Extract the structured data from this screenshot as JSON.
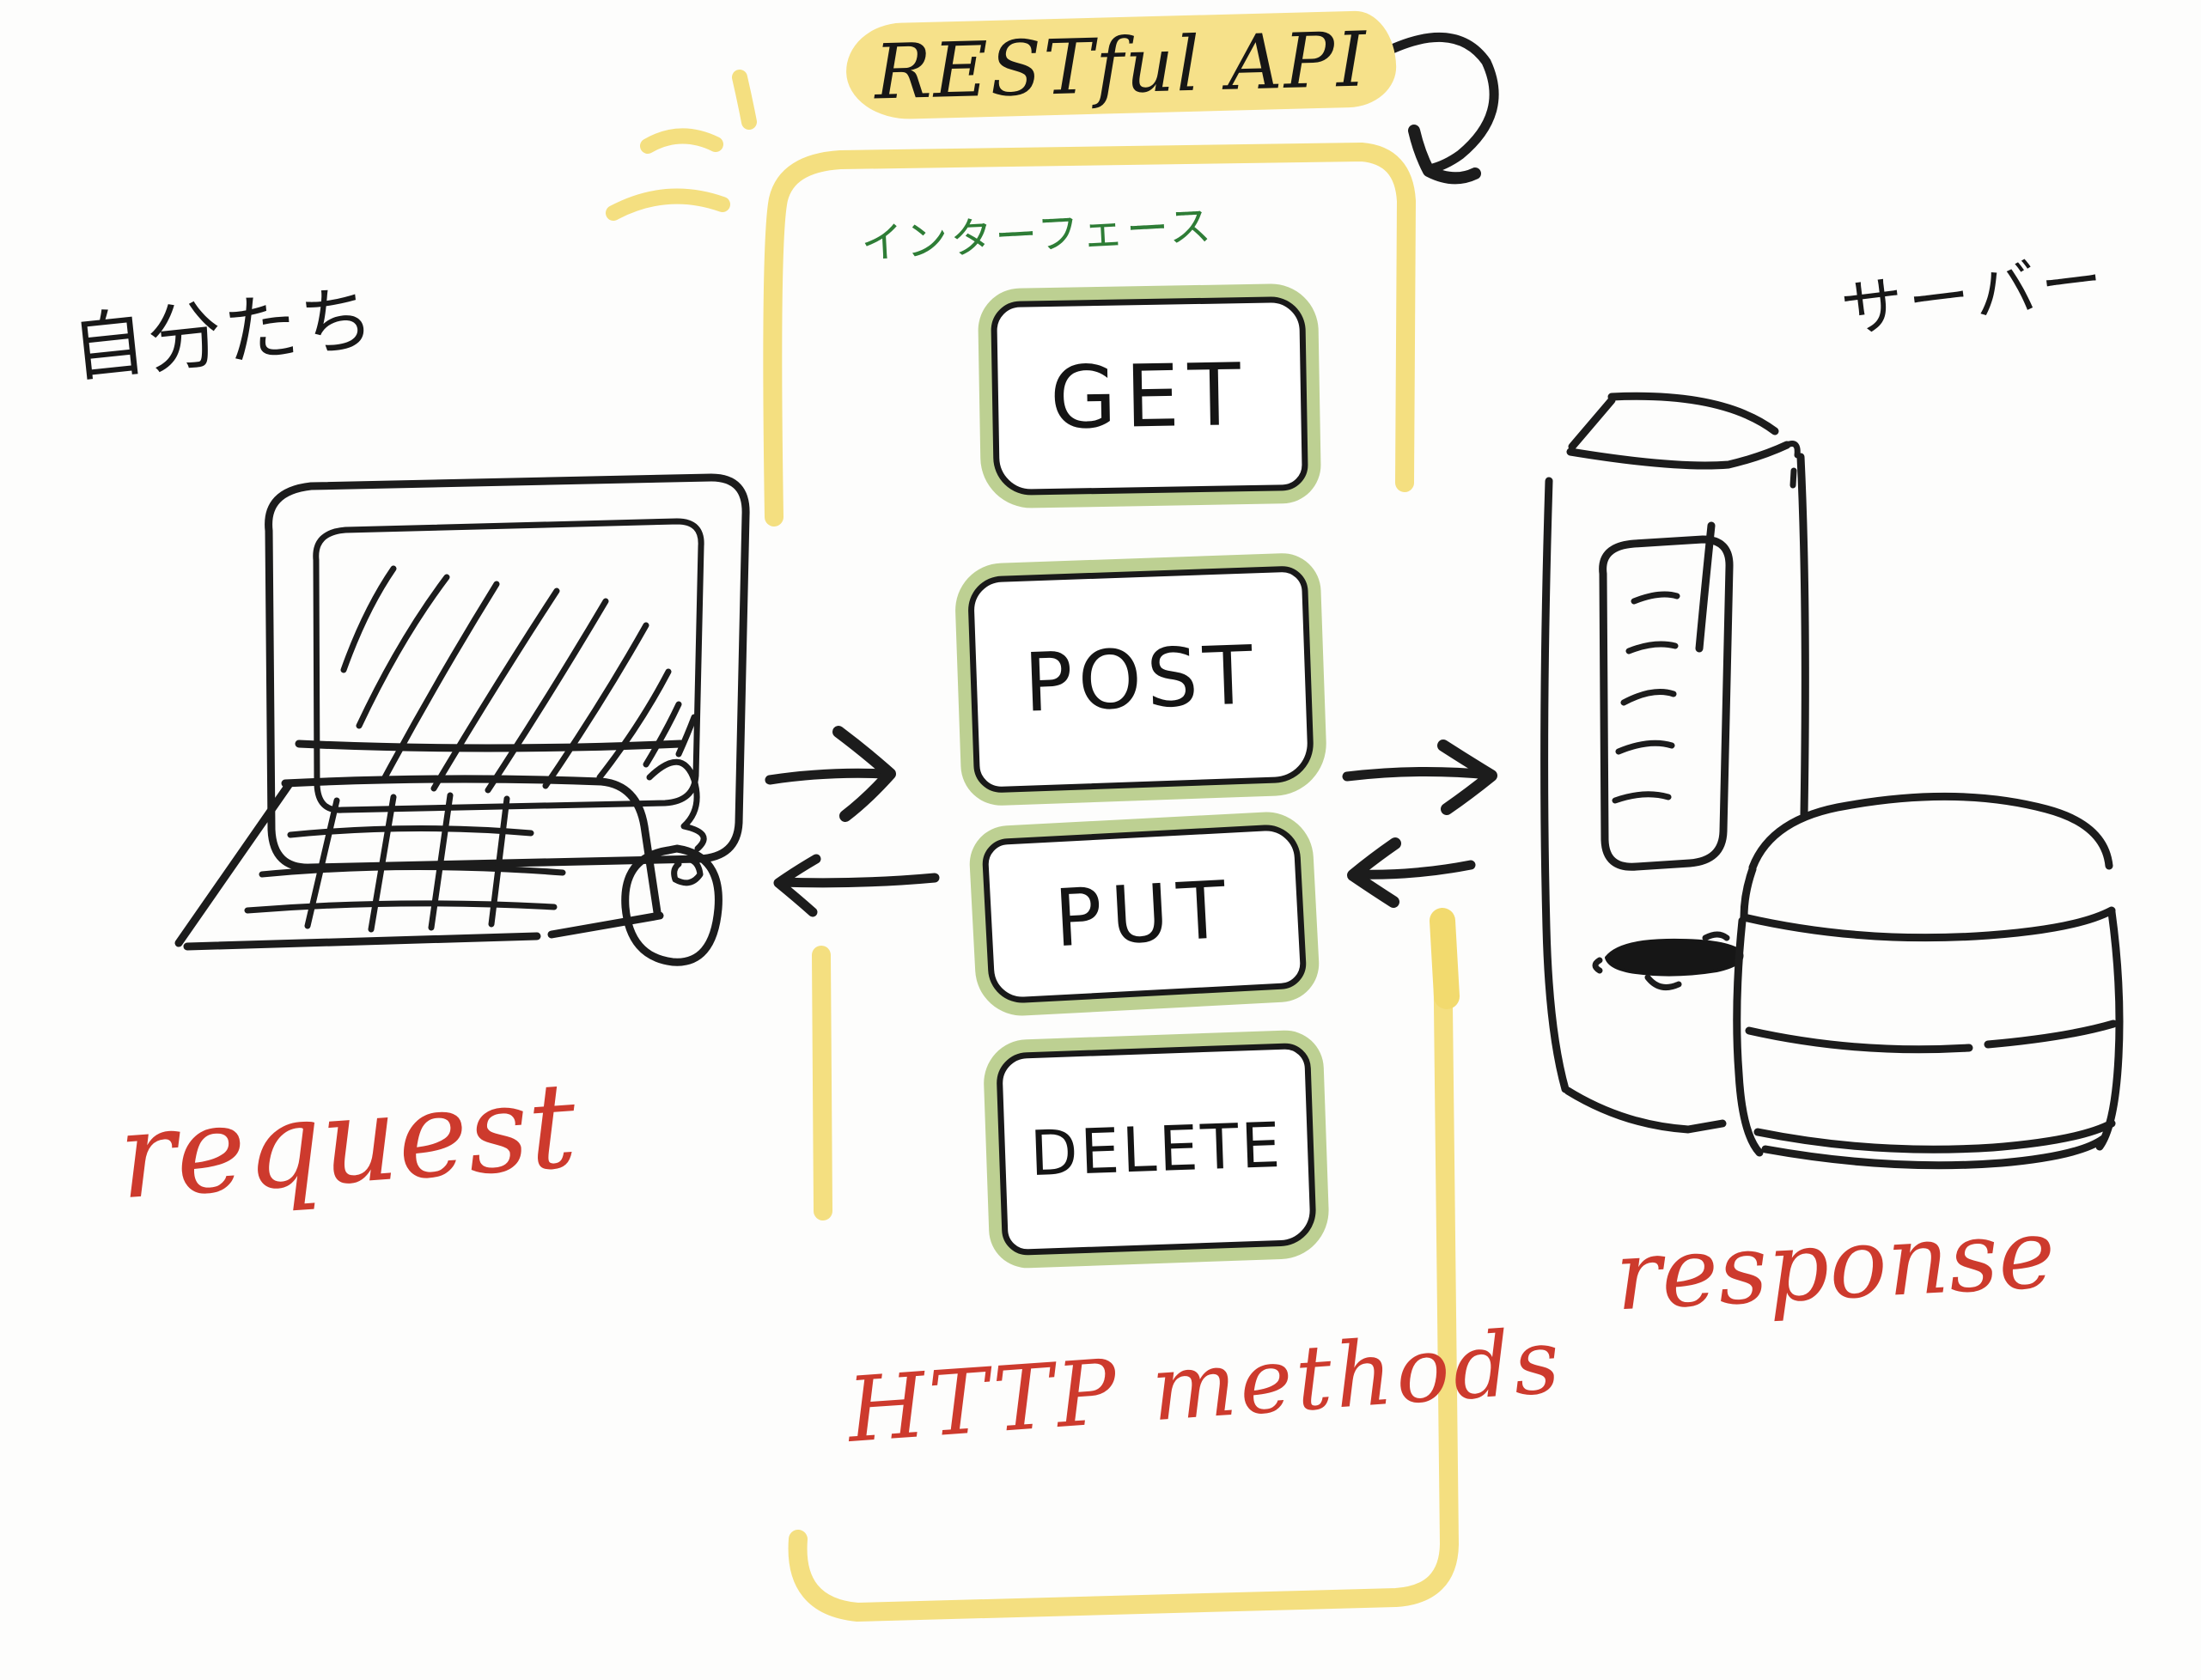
{
  "title": {
    "text": "RESTful API"
  },
  "annotations": {
    "client_jp": "自分たち",
    "server_jp": "サーバー",
    "interface_jp": "インターフェース",
    "request": "request",
    "response": "response",
    "http_methods": "HTTP methods"
  },
  "methods": [
    {
      "label": "GET"
    },
    {
      "label": "POST"
    },
    {
      "label": "PUT"
    },
    {
      "label": "DELETE"
    }
  ],
  "icons": {
    "client": "laptop-with-mouse-sketch",
    "server": "server-tower-sketch",
    "database": "database-cylinder-sketch",
    "frame": "yellow-marker-bracket",
    "sparkle": "yellow-emphasis-dashes",
    "title_arrow": "curved-arrow-down",
    "flow_arrows": "paired-left-right-arrows"
  },
  "colors": {
    "highlight_yellow": "#f6e18a",
    "marker_yellow": "#f4df80",
    "method_box_green": "#bdd092",
    "annotation_red": "#cd3a2d",
    "interface_green": "#2e7d36",
    "ink": "#1c1c1c",
    "background": "#fdfdfc"
  }
}
